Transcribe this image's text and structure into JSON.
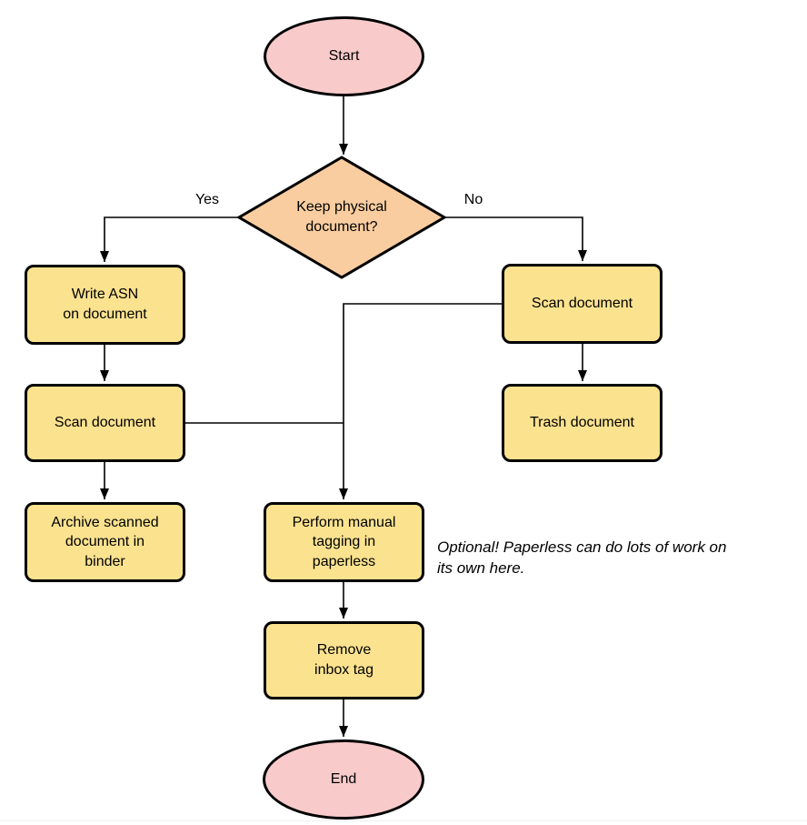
{
  "diagram": {
    "type": "flowchart",
    "nodes": {
      "start": {
        "label": "Start",
        "shape": "terminator"
      },
      "decision": {
        "label": "Keep physical\ndocument?",
        "shape": "decision"
      },
      "write_asn": {
        "label": "Write ASN\non document",
        "shape": "process"
      },
      "scan_left": {
        "label": "Scan document",
        "shape": "process"
      },
      "archive": {
        "label": "Archive scanned\ndocument in\nbinder",
        "shape": "process"
      },
      "scan_right": {
        "label": "Scan document",
        "shape": "process"
      },
      "trash": {
        "label": "Trash document",
        "shape": "process"
      },
      "tagging": {
        "label": "Perform manual\ntagging in\npaperless",
        "shape": "process"
      },
      "remove_inbox": {
        "label": "Remove\ninbox tag",
        "shape": "process"
      },
      "end": {
        "label": "End",
        "shape": "terminator"
      }
    },
    "edge_labels": {
      "yes": "Yes",
      "no": "No"
    },
    "annotation": "Optional! Paperless can do lots of work on\nits own here.",
    "colors": {
      "terminator_fill": "#f8cbca",
      "decision_fill": "#f9cda0",
      "process_fill": "#fbe28f",
      "stroke": "#000000",
      "text": "#000000"
    }
  }
}
